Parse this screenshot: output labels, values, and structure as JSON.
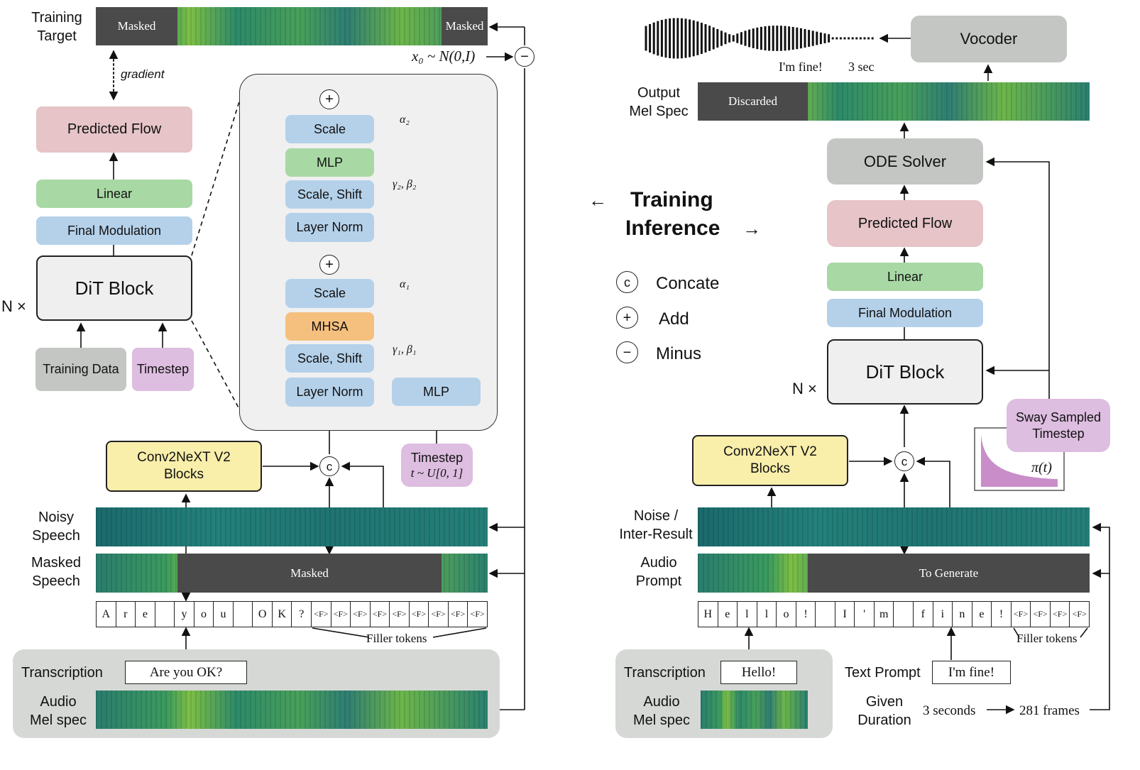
{
  "training": {
    "target_label": "Training\nTarget",
    "masked_label": "Masked",
    "gradient_label": "gradient",
    "noise_formula": "x₀ ~ N(0,I)",
    "predicted_flow": "Predicted Flow",
    "linear": "Linear",
    "final_modulation": "Final Modulation",
    "dit_block": "DiT Block",
    "n_times": "N ×",
    "training_data": "Training Data",
    "timestep": "Timestep",
    "detail": {
      "scale": "Scale",
      "mlp": "MLP",
      "scale_shift": "Scale, Shift",
      "layer_norm": "Layer Norm",
      "mhsa": "MHSA",
      "mlp_t": "MLP",
      "alpha2": "α₂",
      "gamma2_beta2": "γ₂, β₂",
      "alpha1": "α₁",
      "gamma1_beta1": "γ₁, β₁"
    },
    "convnext": "Conv2NeXT V2\nBlocks",
    "timestep_dist_label": "Timestep",
    "timestep_dist_formula": "t ~ U[0, 1]",
    "noisy_speech": "Noisy\nSpeech",
    "masked_speech": "Masked\nSpeech",
    "tokens": [
      "A",
      "r",
      "e",
      "",
      "y",
      "o",
      "u",
      "",
      "O",
      "K",
      "?",
      "<F>",
      "<F>",
      "<F>",
      "<F>",
      "<F>",
      "<F>",
      "<F>",
      "<F>",
      "<F>"
    ],
    "filler_tokens": "Filler tokens",
    "transcription": "Transcription",
    "transcription_value": "Are you OK?",
    "audio_mel": "Audio\nMel spec"
  },
  "legend": {
    "training": "Training",
    "inference": "Inference",
    "left_arrow": "←",
    "right_arrow": "→",
    "concate_symbol": "c",
    "concate": "Concate",
    "add_symbol": "+",
    "add": "Add",
    "minus_symbol": "−",
    "minus": "Minus"
  },
  "inference": {
    "vocoder": "Vocoder",
    "wave_caption_text": "I'm fine!",
    "wave_caption_dur": "3 sec",
    "output_mel": "Output\nMel Spec",
    "discarded": "Discarded",
    "ode_solver": "ODE Solver",
    "predicted_flow": "Predicted Flow",
    "linear": "Linear",
    "final_modulation": "Final Modulation",
    "dit_block": "DiT Block",
    "n_times": "N ×",
    "sway_label": "Sway Sampled\nTimestep",
    "pi_t": "π(t)",
    "convnext": "Conv2NeXT V2\nBlocks",
    "noise_inter": "Noise /\nInter-Result",
    "audio_prompt": "Audio\nPrompt",
    "to_generate": "To Generate",
    "tokens": [
      "H",
      "e",
      "l",
      "l",
      "o",
      "!",
      "",
      "I",
      "'",
      "m",
      "",
      "f",
      "i",
      "n",
      "e",
      "!",
      "<F>",
      "<F>",
      "<F>",
      "<F>"
    ],
    "filler_tokens": "Filler tokens",
    "transcription": "Transcription",
    "transcription_value": "Hello!",
    "audio_mel": "Audio\nMel spec",
    "text_prompt": "Text Prompt",
    "text_prompt_value": "I'm fine!",
    "given_duration": "Given\nDuration",
    "duration_seconds": "3 seconds",
    "duration_frames": "281 frames"
  }
}
